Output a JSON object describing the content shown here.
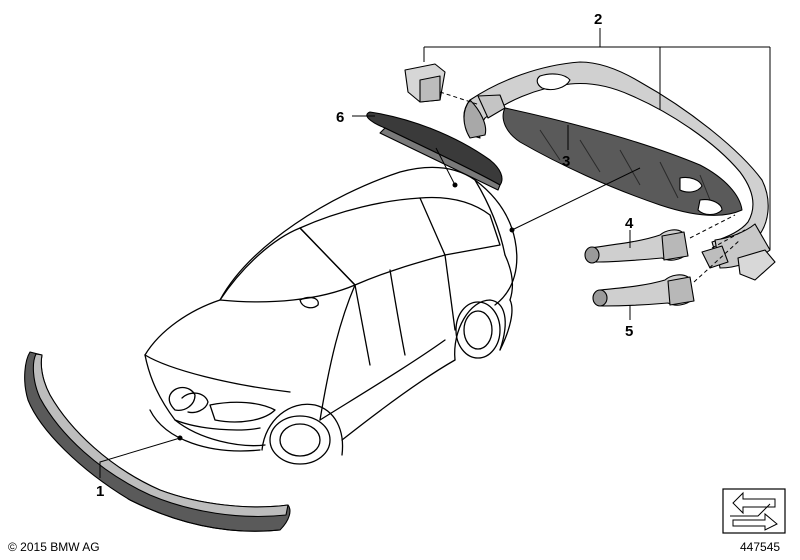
{
  "callouts": {
    "p1": "1",
    "p2": "2",
    "p3": "3",
    "p4": "4",
    "p5": "5",
    "p6": "6"
  },
  "copyright": "© 2015 BMW AG",
  "diagram_number": "447545",
  "colors": {
    "line": "#000000",
    "part_fill": "#d0d0d0",
    "part_fill_dark": "#5a5a5a",
    "spoiler_fill": "#3a3a3a",
    "background": "#ffffff"
  }
}
